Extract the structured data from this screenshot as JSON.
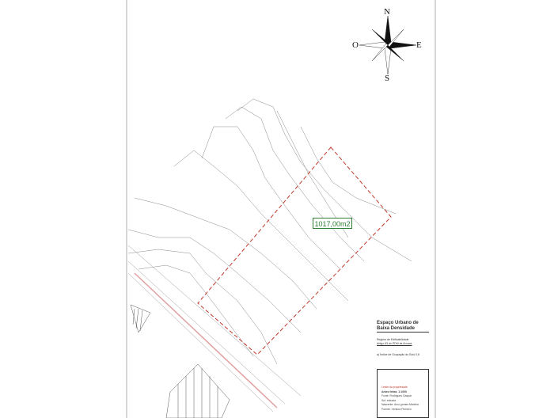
{
  "compass": {
    "north": "N",
    "south": "S",
    "west": "O",
    "east": "E"
  },
  "parcel": {
    "area_label": "1017,00m2",
    "boundary_color": "#c0392b",
    "label_color": "#2e7d32"
  },
  "zoning": {
    "title": "Espaço Urbano de Baixa Densidade",
    "regime": "Regime de Edificabilidade",
    "article": "Artigo 63 do PDM de Arouca",
    "index": "a) Índice de Ocupação do Solo 0,6"
  },
  "legend": {
    "boundary": "Limite da propriedade",
    "scale": "Antes feitas: 1:1000",
    "line1": "Fonte: Rodrigues Gaspar",
    "line2": "Sul: estrada",
    "line3": "Nascente: Arco gomes Marinho",
    "line4": "Poente: Ventura Pinheiro"
  }
}
